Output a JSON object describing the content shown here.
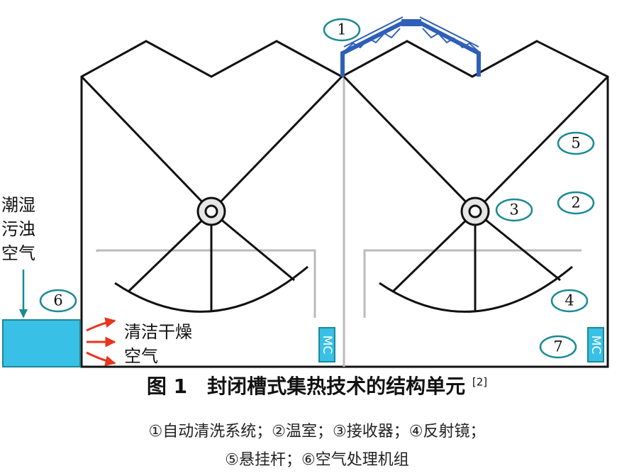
{
  "labels": {
    "humid_air_lines": [
      "潮湿",
      "污浊",
      "空气"
    ],
    "clean_air_lines": [
      "清洁干燥",
      "空气"
    ],
    "mc": "MC"
  },
  "markers": [
    "1",
    "2",
    "3",
    "4",
    "5",
    "6",
    "7"
  ],
  "caption": {
    "title": "图 1　封闭槽式集热技术的结构单元",
    "ref": "[2]"
  },
  "legend": {
    "line1": "①自动清洗系统；②温室；③接收器；④反射镜；",
    "line2": "⑤悬挂杆；⑥空气处理机组"
  },
  "colors": {
    "marker_stroke": "#1a8a95",
    "truss": "#2f5fb8",
    "unit_box": "#39c0e6",
    "mc_box": "#39c0e6",
    "arrows": "#e8341f",
    "input_arrow": "#1a8a95",
    "grey_lines": "#bbbbbb"
  }
}
